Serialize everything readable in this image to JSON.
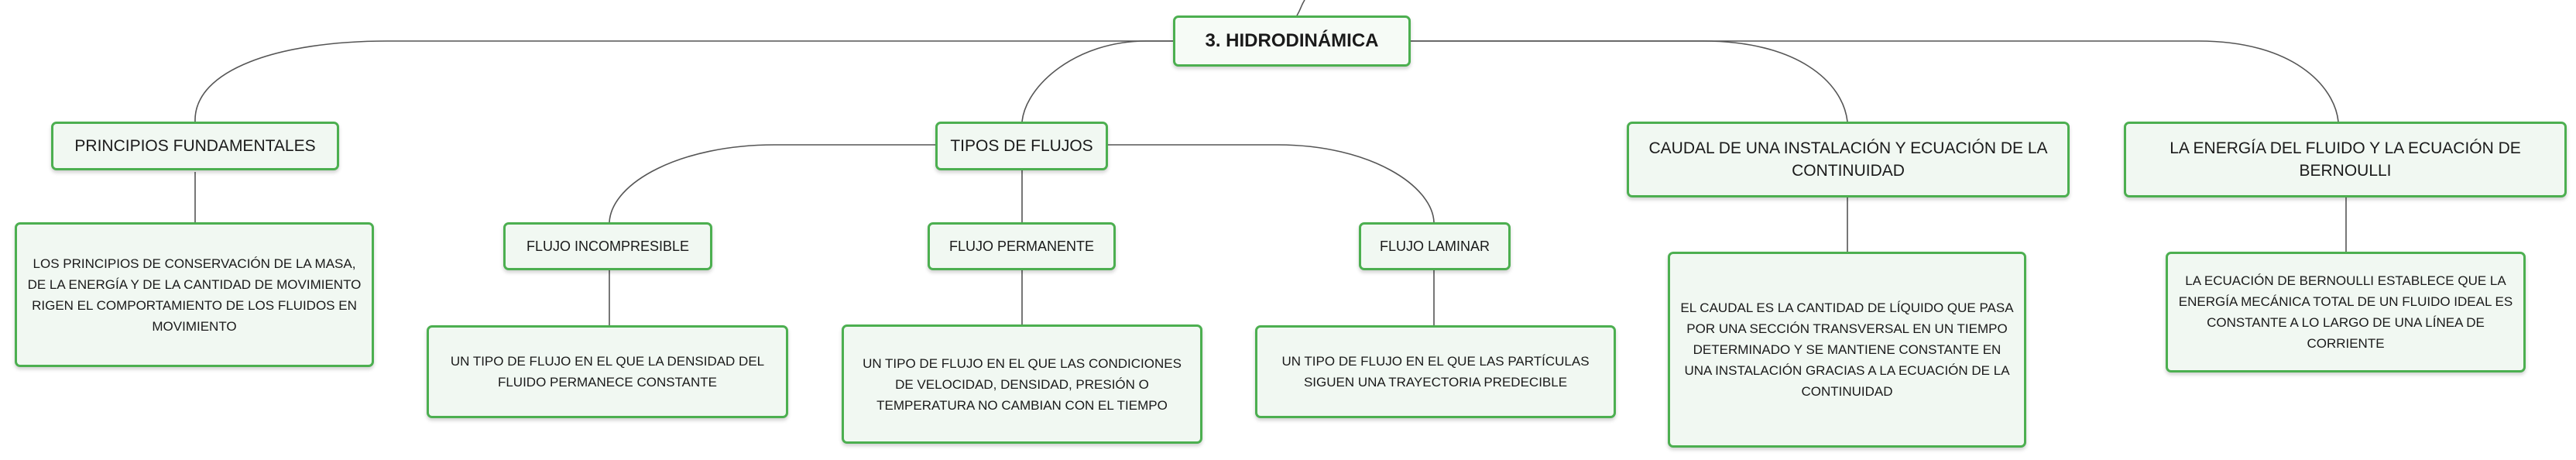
{
  "root": {
    "label": "3. HIDRODINÁMICA"
  },
  "topics": [
    {
      "label": "PRINCIPIOS FUNDAMENTALES"
    },
    {
      "label": "TIPOS DE FLUJOS"
    },
    {
      "label": "CAUDAL DE UNA INSTALACIÓN Y ECUACIÓN DE LA CONTINUIDAD"
    },
    {
      "label": "LA ENERGÍA DEL FLUIDO Y LA ECUACIÓN DE BERNOULLI"
    }
  ],
  "flow_types": [
    {
      "label": "FLUJO INCOMPRESIBLE"
    },
    {
      "label": "FLUJO PERMANENTE"
    },
    {
      "label": "FLUJO LAMINAR"
    }
  ],
  "details": {
    "principios": "LOS PRINCIPIOS DE CONSERVACIÓN DE LA MASA, DE LA ENERGÍA Y DE LA CANTIDAD DE MOVIMIENTO RIGEN EL COMPORTAMIENTO DE LOS FLUIDOS EN MOVIMIENTO",
    "incompresible": "UN TIPO DE FLUJO EN EL QUE LA DENSIDAD DEL FLUIDO PERMANECE CONSTANTE",
    "permanente": "UN TIPO DE FLUJO EN EL QUE LAS CONDICIONES DE VELOCIDAD, DENSIDAD, PRESIÓN O TEMPERATURA NO CAMBIAN CON EL TIEMPO",
    "laminar": "UN TIPO DE FLUJO EN EL QUE LAS PARTÍCULAS SIGUEN UNA TRAYECTORIA PREDECIBLE",
    "caudal": "EL CAUDAL ES LA CANTIDAD DE LÍQUIDO QUE PASA POR UNA SECCIÓN TRANSVERSAL EN UN TIEMPO DETERMINADO Y SE MANTIENE CONSTANTE EN UNA INSTALACIÓN GRACIAS A LA ECUACIÓN DE LA CONTINUIDAD",
    "bernoulli": "LA ECUACIÓN DE BERNOULLI ESTABLECE QUE LA ENERGÍA MECÁNICA TOTAL DE UN FLUIDO IDEAL ES CONSTANTE A LO LARGO DE UNA LÍNEA DE CORRIENTE"
  },
  "colors": {
    "border": "#4caf50",
    "fill": "#f1f8f2",
    "connector": "#555555"
  }
}
